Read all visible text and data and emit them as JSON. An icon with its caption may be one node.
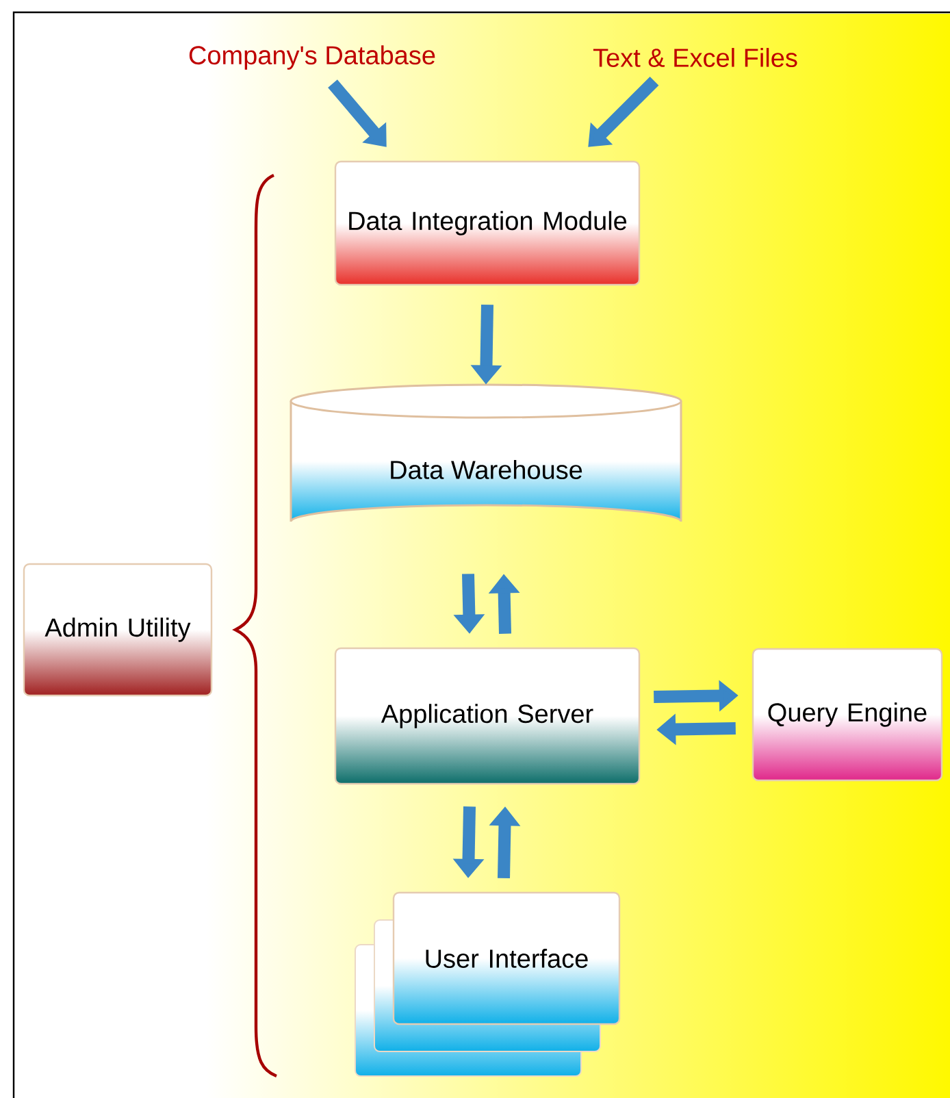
{
  "diagram": {
    "nodes": [
      {
        "text": [
          "Company's Database"
        ]
      },
      {
        "text": [
          "Text & Excel Files"
        ]
      },
      {
        "text": [
          "Data Integration Module"
        ]
      },
      {
        "text": [
          "Data Warehouse"
        ]
      },
      {
        "text": [
          "Admin Utility"
        ]
      },
      {
        "text": [
          "Application Server"
        ]
      },
      {
        "text": [
          "Query Engine"
        ]
      },
      {
        "text": [
          "User Interface"
        ]
      }
    ],
    "edges": [
      {
        "from": 0,
        "to": 2,
        "arrow": "to"
      },
      {
        "from": 1,
        "to": 2,
        "arrow": "to"
      },
      {
        "from": 2,
        "to": 3,
        "arrow": "to"
      },
      {
        "from": 3,
        "to": 5,
        "arrow": "to"
      },
      {
        "from": 5,
        "to": 3,
        "arrow": "to"
      },
      {
        "from": 5,
        "to": 6,
        "arrow": "to"
      },
      {
        "from": 6,
        "to": 5,
        "arrow": "to"
      },
      {
        "from": 5,
        "to": 7,
        "arrow": "to"
      },
      {
        "from": 7,
        "to": 5,
        "arrow": "to"
      }
    ]
  }
}
